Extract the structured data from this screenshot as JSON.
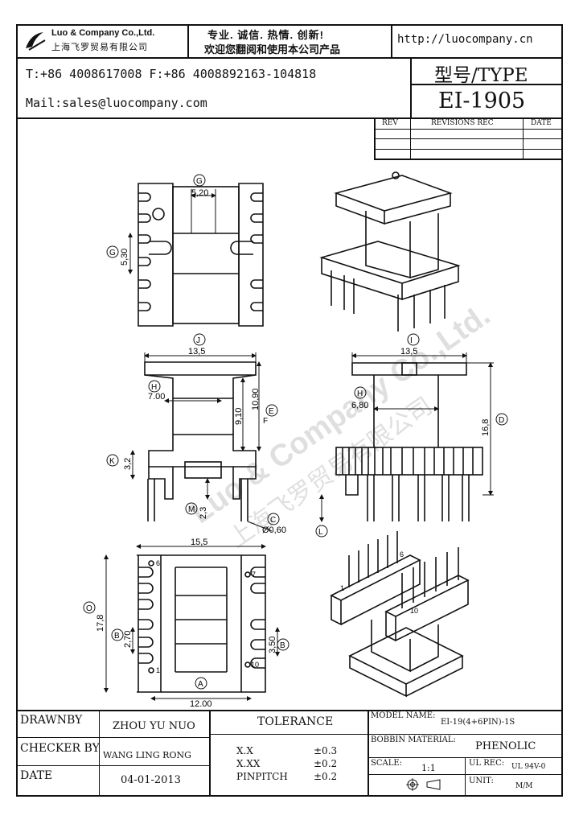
{
  "header": {
    "company_en": "Luo & Company Co.,Ltd.",
    "company_cn": "上海飞罗贸易有限公司",
    "slogan_1": "专业. 诚信. 热情. 创新!",
    "slogan_2": "欢迎您翻阅和使用本公司产品",
    "website": "http://luocompany.cn",
    "phone_line": "T:+86 4008617008 F:+86 4008892163-104818",
    "mail_line": "Mail:sales@luocompany.com",
    "type_label": "型号/TYPE",
    "type_value": "EI-1905"
  },
  "revisions": {
    "col_rev": "REV",
    "col_rec": "REVISIONS REC",
    "col_date": "DATE"
  },
  "drawing": {
    "top_view": {
      "label_G_top": "G",
      "dim_520": "5,20",
      "label_G_left": "G",
      "dim_530": "5,30"
    },
    "front_view": {
      "label_J": "J",
      "dim_135": "13,5",
      "label_H": "H",
      "dim_700": "7.00",
      "label_E": "E",
      "dim_910": "9,10",
      "label_F": "F",
      "dim_1090": "10,90",
      "label_K": "K",
      "dim_32": "3,2",
      "label_M": "M",
      "dim_23": "2,3",
      "label_C": "C",
      "dim_060": "Ø0,60"
    },
    "side_view": {
      "label_I": "I",
      "dim_135": "13,5",
      "label_H": "H",
      "dim_680": "6,80",
      "label_D": "D",
      "dim_168": "16,8",
      "label_L": "L"
    },
    "bottom_view": {
      "dim_155": "15,5",
      "label_O": "O",
      "dim_178": "17,8",
      "label_B": "B",
      "dim_270": "2,70",
      "label_B2": "B",
      "dim_350": "3,50",
      "label_A": "A",
      "dim_1200": "12.00",
      "pin_6": "6",
      "pin_7": "7",
      "pin_1": "1",
      "pin_10": "10"
    },
    "iso_bottom": {
      "pin_6": "6",
      "pin_1": "1",
      "pin_10": "10"
    }
  },
  "watermark": {
    "en": "Luo & Company Co.,Ltd.",
    "cn": "上海飞罗贸易有限公司"
  },
  "title_block": {
    "drawnby_label": "DRAWNBY",
    "drawnby_value": "ZHOU YU NUO",
    "checker_label": "CHECKER BY",
    "checker_value": "WANG LING RONG",
    "date_label": "DATE",
    "date_value": "04-01-2013",
    "tolerance_title": "TOLERANCE",
    "tol_1_key": "X.X",
    "tol_1_val": "±0.3",
    "tol_2_key": "X.XX",
    "tol_2_val": "±0.2",
    "tol_3_key": "PINPITCH",
    "tol_3_val": "±0.2",
    "model_label": "MODEL NAME:",
    "model_value": "EI-19(4+6PIN)-1S",
    "bobbin_label": "BOBBIN MATERIAL:",
    "bobbin_value": "PHENOLIC",
    "scale_label": "SCALE:",
    "scale_value": "1:1",
    "ul_label": "UL REC:",
    "ul_value": "UL 94V-0",
    "unit_label": "UNIT:",
    "unit_value": "M/M"
  }
}
